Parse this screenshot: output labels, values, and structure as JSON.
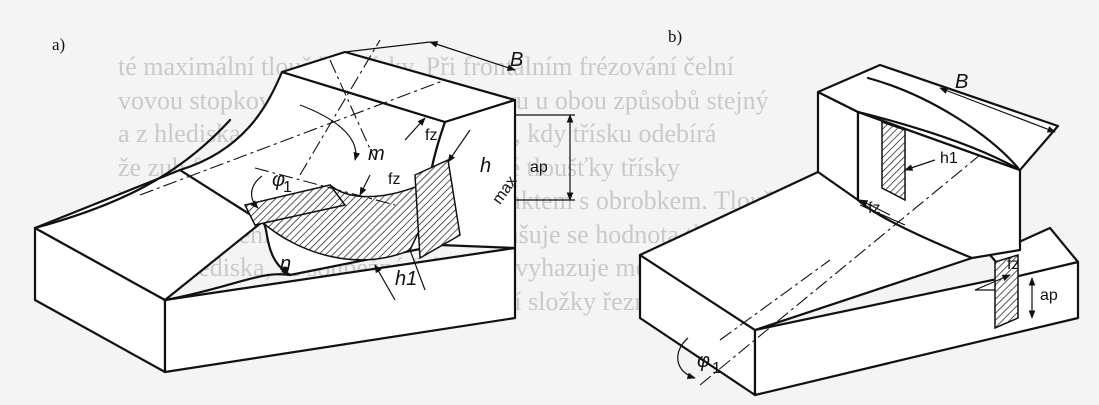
{
  "panels": {
    "a": {
      "letter": "a)",
      "labels": {
        "B": "B",
        "fz_top": "fz",
        "fz_mid": "fz",
        "m": "m",
        "phi": "φ",
        "phi_sub": "1",
        "h": "h",
        "max": "max",
        "ap": "ap",
        "n": "n",
        "h1": "h1"
      }
    },
    "b": {
      "letter": "b)",
      "labels": {
        "B": "B",
        "h1": "h1",
        "fz_left": "fz",
        "fz_bottom": "fz",
        "ap": "ap",
        "phi": "φ",
        "phi_sub": "1"
      }
    }
  },
  "background_text_lines": [
    "té maximální tloušťky třísky. Při frontálním frézování čelní",
    "vovou stopkovou frézou je úhel posuvu u obou způsobů stejný",
    "a z hlediska tloušťky třísky. V případě, kdy třísku odebírá",
    "že zub frézy řeže až po dosažení určité tloušťky třísky",
    "ří patce s přechodem materiálu a kontaktem s obrobkem. Tloušťka",
    "ace opotřebení břitu způsobuje a zmenšuje se hodnota tloušťky",
    "ptoty hlediska, že souběžné frézování vyhazuje menší síly, však",
    "dem se stejnými úhly řezu porovnávají složky řezné síly."
  ]
}
